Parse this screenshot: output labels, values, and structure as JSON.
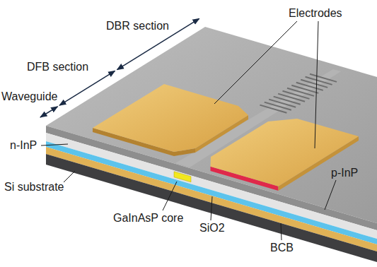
{
  "diagram": {
    "labels": [
      "Electrodes",
      "DBR section",
      "DFB section",
      "Waveguide",
      "n-InP",
      "Si substrate",
      "GaInAsP core",
      "SiO2",
      "BCB",
      "p-InP"
    ]
  }
}
